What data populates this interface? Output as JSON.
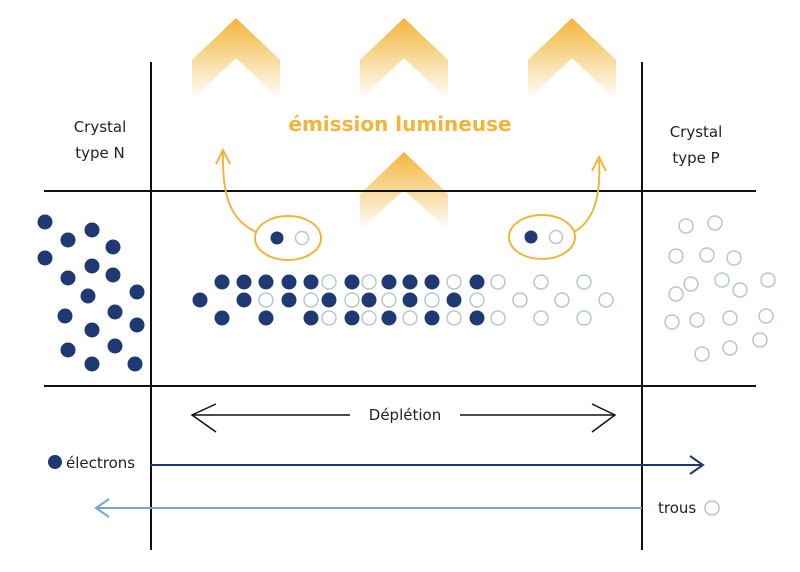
{
  "title": "émission lumineuse",
  "regions": {
    "n_type": {
      "line1": "Crystal",
      "line2": "type N"
    },
    "p_type": {
      "line1": "Crystal",
      "line2": "type P"
    }
  },
  "depletion_label": "Déplétion",
  "legend": {
    "electrons": "électrons",
    "holes": "trous"
  },
  "colors": {
    "electron": "#1f3a73",
    "hole_stroke": "#b9c7cf",
    "light": "#f2b53a",
    "electron_arrow": "#1f3a73",
    "hole_arrow": "#6fa8d1",
    "line": "#111111"
  }
}
